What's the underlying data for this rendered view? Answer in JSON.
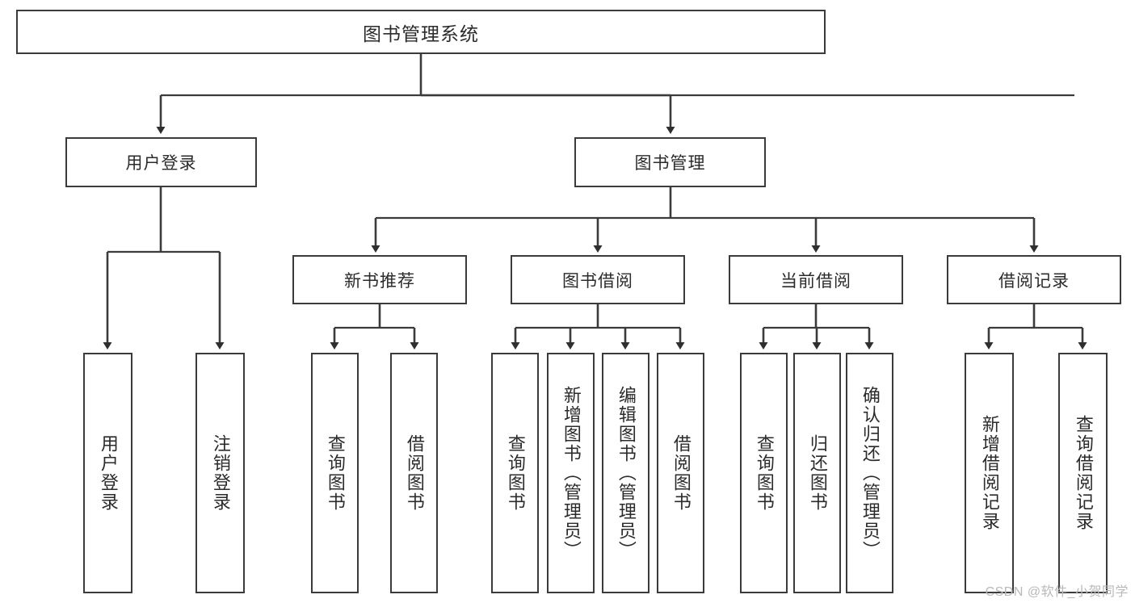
{
  "diagram": {
    "type": "tree-hierarchy",
    "title_box": {
      "label": "图书管理系统"
    },
    "level2": [
      {
        "id": "user-login",
        "label": "用户登录"
      },
      {
        "id": "book-management",
        "label": "图书管理"
      }
    ],
    "level3": [
      {
        "id": "new-book-recommend",
        "label": "新书推荐"
      },
      {
        "id": "book-borrow",
        "label": "图书借阅"
      },
      {
        "id": "current-borrow",
        "label": "当前借阅"
      },
      {
        "id": "borrow-record",
        "label": "借阅记录"
      }
    ],
    "leaves": {
      "user_login": [
        {
          "id": "leaf-user-login",
          "label": "用户登录"
        },
        {
          "id": "leaf-logout-login",
          "label": "注销登录"
        }
      ],
      "new_book_recommend": [
        {
          "id": "leaf-query-book-1",
          "label": "查询图书"
        },
        {
          "id": "leaf-borrow-book-1",
          "label": "借阅图书"
        }
      ],
      "book_borrow": [
        {
          "id": "leaf-query-book-2",
          "label": "查询图书"
        },
        {
          "id": "leaf-add-book",
          "label": "新增图书（管理员）"
        },
        {
          "id": "leaf-edit-book",
          "label": "编辑图书（管理员）"
        },
        {
          "id": "leaf-borrow-book-2",
          "label": "借阅图书"
        }
      ],
      "current_borrow": [
        {
          "id": "leaf-query-book-3",
          "label": "查询图书"
        },
        {
          "id": "leaf-return-book",
          "label": "归还图书"
        },
        {
          "id": "leaf-confirm-return",
          "label": "确认归还（管理员）"
        }
      ],
      "borrow_record": [
        {
          "id": "leaf-add-record",
          "label": "新增借阅记录"
        },
        {
          "id": "leaf-query-record",
          "label": "查询借阅记录"
        }
      ]
    }
  },
  "watermark": {
    "text": "CSDN @软件_小贺同学"
  },
  "colors": {
    "stroke": "#3b3b3b",
    "text": "#2b2b2b",
    "background": "#ffffff",
    "watermark": "#b9b9b9"
  }
}
